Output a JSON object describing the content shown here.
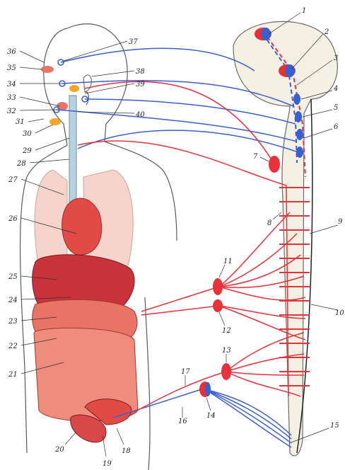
{
  "labels": [
    "1",
    "2",
    "3",
    "4",
    "5",
    "6",
    "7",
    "8",
    "9",
    "10",
    "11",
    "12",
    "13",
    "14",
    "15",
    "16",
    "17",
    "18",
    "19",
    "20",
    "21",
    "22",
    "23",
    "24",
    "25",
    "26",
    "27",
    "28",
    "29",
    "30",
    "31",
    "32",
    "33",
    "34",
    "35",
    "36",
    "37",
    "38",
    "39",
    "40"
  ],
  "colors": {
    "sympathetic": "#e8323a",
    "parasympathetic": "#3a5fcf",
    "organ": "#e97466",
    "organ_dark": "#c8323a",
    "lung": "#f6d4cc",
    "brain": "#f4f1e4",
    "outline": "#5a5a5a"
  }
}
